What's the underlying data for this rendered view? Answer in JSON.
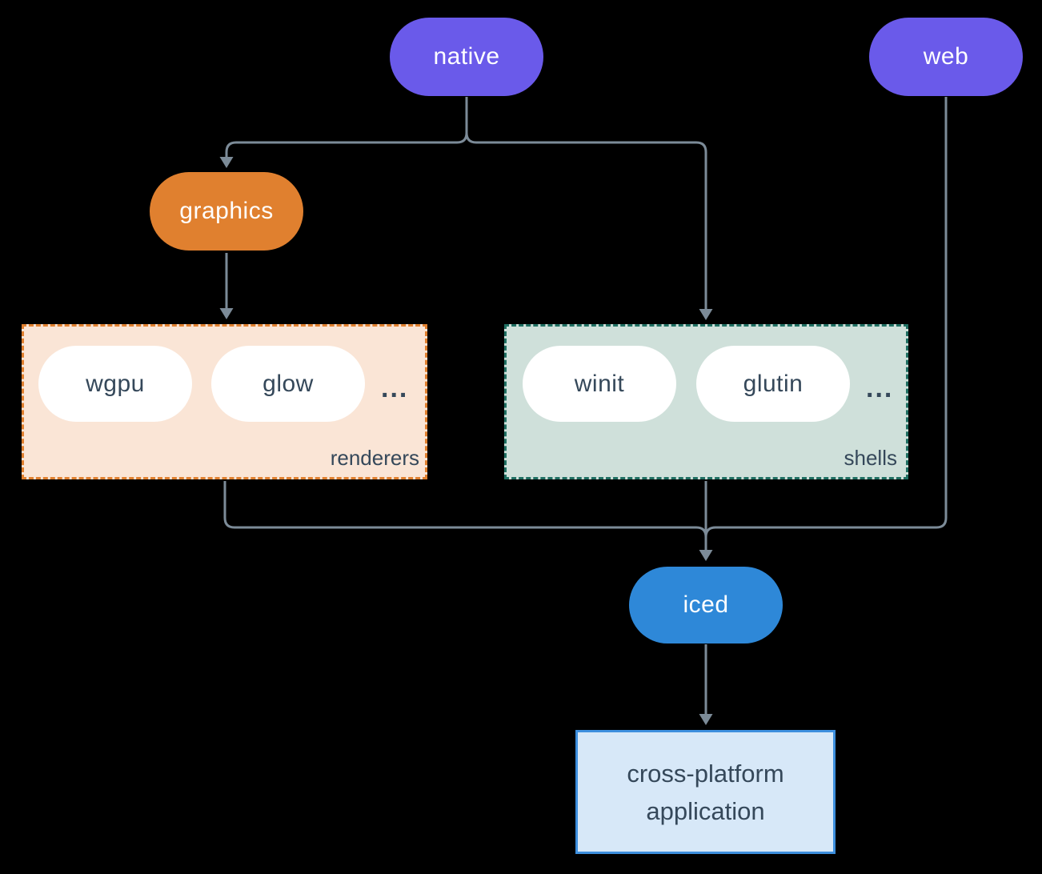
{
  "colors": {
    "background": "#000000",
    "edge": "#7C8B98",
    "purple": "#6A5AEA",
    "orange": "#E0802F",
    "blue": "#2E88D8",
    "renderers_fill": "#FAE5D6",
    "renderers_border": "#E0802F",
    "shells_fill": "#CFE0DA",
    "shells_border": "#1F6F62",
    "app_fill": "#D7E8F8",
    "app_border": "#3D8FDE",
    "dark_text": "#35485A",
    "pill_text": "#FFFFFF"
  },
  "nodes": {
    "native": {
      "label": "native"
    },
    "web": {
      "label": "web"
    },
    "graphics": {
      "label": "graphics"
    },
    "iced": {
      "label": "iced"
    },
    "application": {
      "line1": "cross-platform",
      "line2": "application"
    }
  },
  "groups": {
    "renderers": {
      "label": "renderers",
      "items": [
        {
          "label": "wgpu"
        },
        {
          "label": "glow"
        }
      ],
      "ellipsis": "..."
    },
    "shells": {
      "label": "shells",
      "items": [
        {
          "label": "winit"
        },
        {
          "label": "glutin"
        }
      ],
      "ellipsis": "..."
    }
  }
}
